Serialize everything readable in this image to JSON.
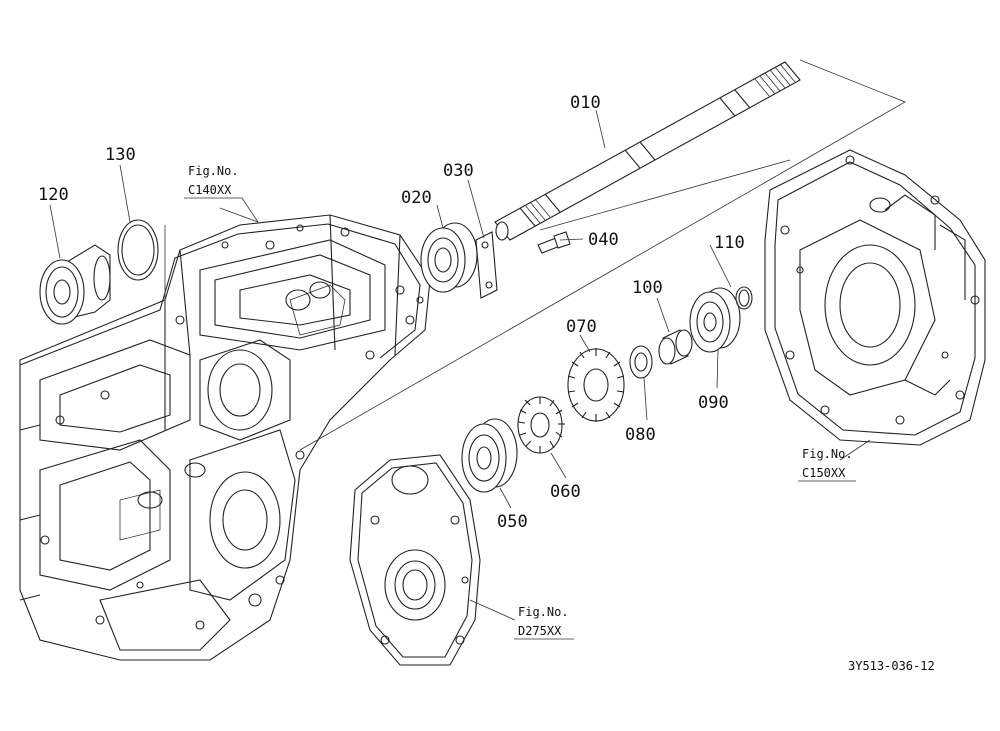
{
  "parts": [
    {
      "id": "p010",
      "label": "010"
    },
    {
      "id": "p020",
      "label": "020"
    },
    {
      "id": "p030",
      "label": "030"
    },
    {
      "id": "p040",
      "label": "040"
    },
    {
      "id": "p050",
      "label": "050"
    },
    {
      "id": "p060",
      "label": "060"
    },
    {
      "id": "p070",
      "label": "070"
    },
    {
      "id": "p080",
      "label": "080"
    },
    {
      "id": "p090",
      "label": "090"
    },
    {
      "id": "p100",
      "label": "100"
    },
    {
      "id": "p110",
      "label": "110"
    },
    {
      "id": "p120",
      "label": "120"
    },
    {
      "id": "p130",
      "label": "130"
    }
  ],
  "figure_refs": [
    {
      "id": "c140",
      "line1": "Fig.No.",
      "line2": "C140XX"
    },
    {
      "id": "c150",
      "line1": "Fig.No.",
      "line2": "C150XX"
    },
    {
      "id": "d275",
      "line1": "Fig.No.",
      "line2": "D275XX"
    }
  ],
  "drawing_code": "3Y513-036-12"
}
